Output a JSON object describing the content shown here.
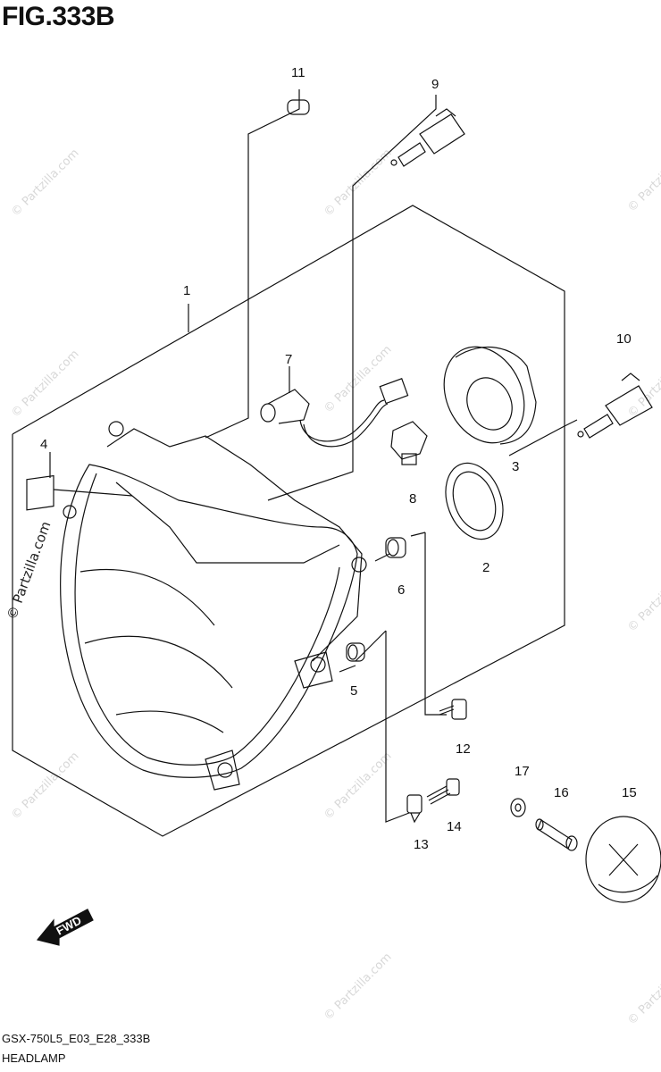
{
  "figure": {
    "title": "FIG.333B",
    "code": "GSX-750L5_E03_E28_333B",
    "name": "HEADLAMP"
  },
  "watermark": {
    "text": "© Partzilla.com"
  },
  "fwd_label": "FWD",
  "callouts": {
    "c1": "1",
    "c2": "2",
    "c3": "3",
    "c4": "4",
    "c5": "5",
    "c6": "6",
    "c7": "7",
    "c8": "8",
    "c9": "9",
    "c10": "10",
    "c11": "11",
    "c12": "12",
    "c13": "13",
    "c14": "14",
    "c15": "15",
    "c16": "16",
    "c17": "17"
  }
}
